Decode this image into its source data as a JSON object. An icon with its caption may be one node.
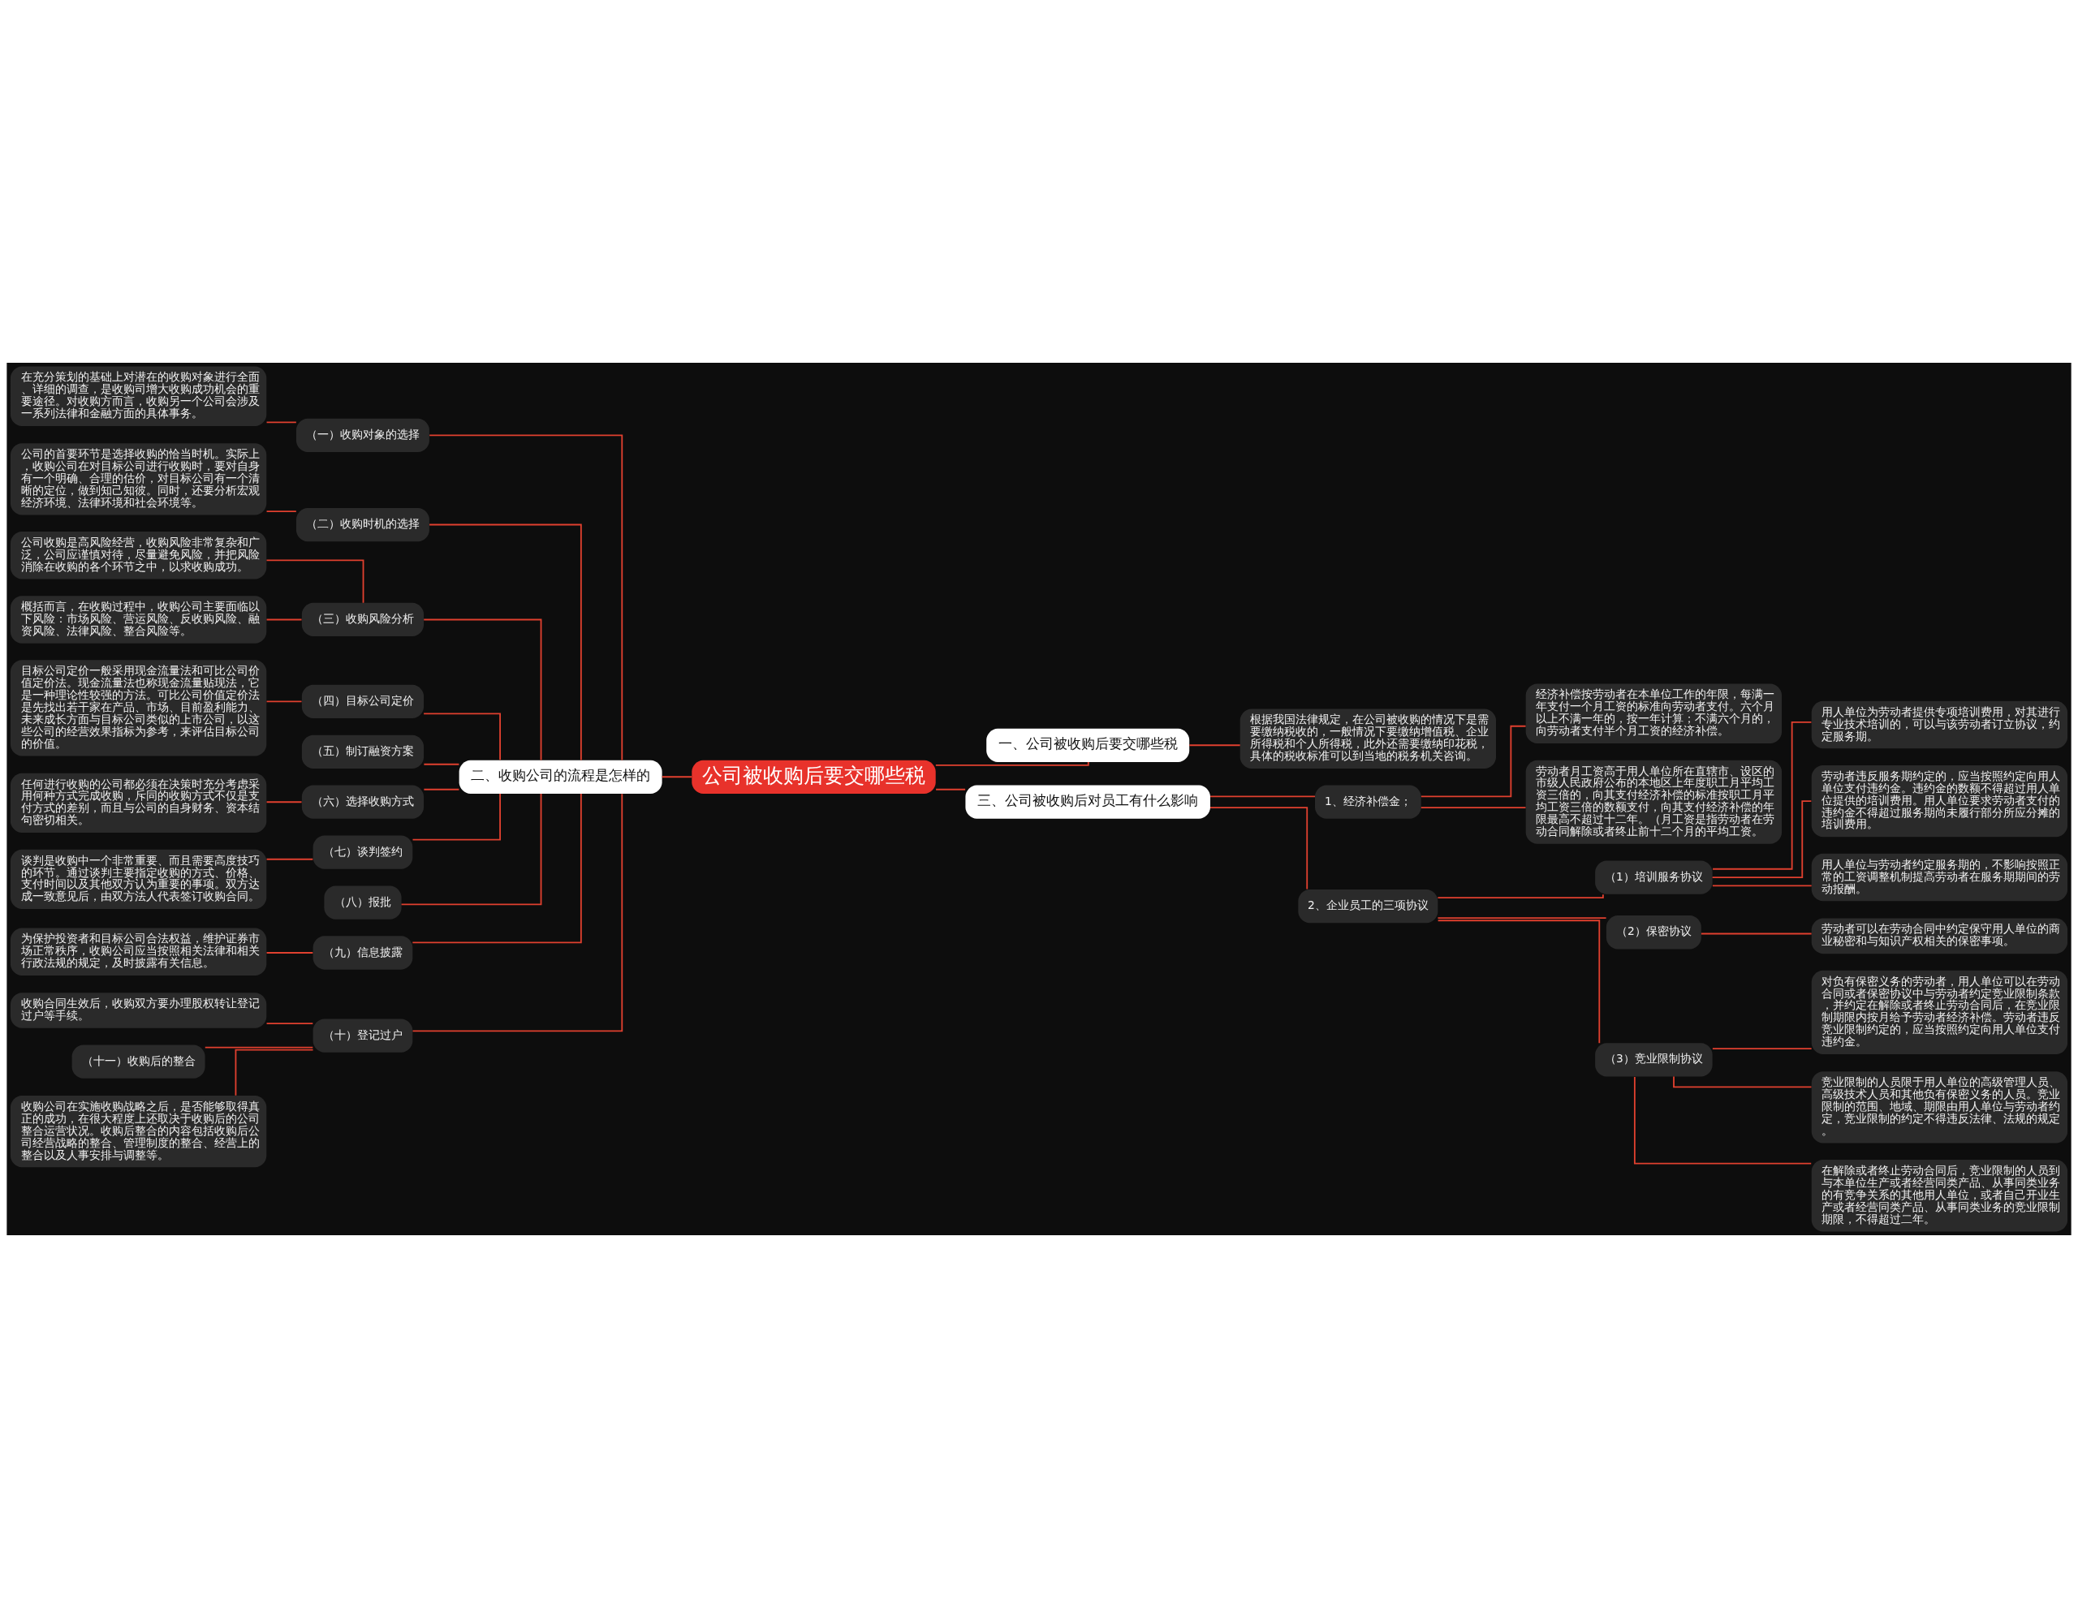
{
  "diagram": {
    "nodes": [
      {
        "text": [
          "公司被收购后要交哪些税"
        ]
      },
      {
        "text": [
          "二、收购公司的流程是怎样的"
        ]
      },
      {
        "text": [
          "（一）收购对象的选择"
        ]
      },
      {
        "text": [
          "在充分策划的基础上对潜在的收购对象进行全面、详细的调查，是收购司增大收购成功机会的重要途径。对收购方而言，收购另一个公司会涉及一系列法律和金融方面的具体事务。"
        ]
      },
      {
        "text": [
          "（二）收购时机的选择"
        ]
      },
      {
        "text": [
          "公司的首要环节是选择收购的恰当时机。实际上，收购公司在对目标公司进行收购时，要对自身有一个明确、合理的估价，对目标公司有一个清晰的定位，做到知己知彼。同时，还要分析宏观经济环境、法律环境和社会环境等。"
        ]
      },
      {
        "text": [
          "（三）收购风险分析"
        ]
      },
      {
        "text": [
          "公司收购是高风险经营，收购风险非常复杂和广泛，公司应谨慎对待，尽量避免风险，并把风险消除在收购的各个环节之中，以求收购成功。"
        ]
      },
      {
        "text": [
          "概括而言，在收购过程中，收购公司主要面临以下风险：市场风险、营运风险、反收购风险、融资风险、法律风险、整合风险等。"
        ]
      },
      {
        "text": [
          "（四）目标公司定价"
        ]
      },
      {
        "text": [
          "目标公司定价一般采用现金流量法和可比公司价值定价法。现金流量法也称现金流量贴现法，它是一种理论性较强的方法。可比公司价值定价法是先找出若干家在产品、市场、目前盈利能力、未来成长方面与目标公司类似的上市公司，以这些公司的经营效果指标为参考，来评估目标公司的价值。"
        ]
      },
      {
        "text": [
          "（五）制订融资方案"
        ]
      },
      {
        "text": [
          "（六）选择收购方式"
        ]
      },
      {
        "text": [
          "任何进行收购的公司都必须在决策时充分考虑采用何种方式完成收购，斥同的收购方式不仅是支付方式的差别，而且与公司的自身财务、资本结句密切相关。"
        ]
      },
      {
        "text": [
          "（七）谈判签约"
        ]
      },
      {
        "text": [
          "谈判是收购中一个非常重要、而且需要高度技巧的环节。通过谈判主要指定收购的方式、价格、支付时间以及其他双方认为重要的事项。双方达成一致意见后，由双方法人代表签订收购合同。"
        ]
      },
      {
        "text": [
          "（八）报批"
        ]
      },
      {
        "text": [
          "（九）信息披露"
        ]
      },
      {
        "text": [
          "为保护投资者和目标公司合法权益，维护证券市场正常秩序，收购公司应当按照相关法律和相关行政法规的规定，及时披露有关信息。"
        ]
      },
      {
        "text": [
          "（十）登记过户"
        ]
      },
      {
        "text": [
          "收购合同生效后，收购双方要办理股权转让登记过户等手续。"
        ]
      },
      {
        "text": [
          "（十一）收购后的整合"
        ]
      },
      {
        "text": [
          "收购公司在实施收购战略之后，是否能够取得真正的成功，在很大程度上还取决于收购后的公司整合运营状况。收购后整合的内容包括收购后公司经营战略的整合、管理制度的整合、经营上的整合以及人事安排与调整等。"
        ]
      },
      {
        "text": [
          "一、公司被收购后要交哪些税"
        ]
      },
      {
        "text": [
          "根据我国法律规定，在公司被收购的情况下是需要缴纳税收的，一般情况下要缴纳增值税、企业所得税和个人所得税，此外还需要缴纳印花税，具体的税收标准可以到当地的税务机关咨询。"
        ]
      },
      {
        "text": [
          "三、公司被收购后对员工有什么影响"
        ]
      },
      {
        "text": [
          "1、经济补偿金；"
        ]
      },
      {
        "text": [
          "经济补偿按劳动者在本单位工作的年限，每满一年支付一个月工资的标准向劳动者支付。六个月以上不满一年的，按一年计算；不满六个月的，向劳动者支付半个月工资的经济补偿。"
        ]
      },
      {
        "text": [
          "劳动者月工资高于用人单位所在直辖市、设区的市级人民政府公布的本地区上年度职工月平均工资三倍的，向其支付经济补偿的标准按职工月平均工资三倍的数额支付，向其支付经济补偿的年限最高不超过十二年。（月工资是指劳动者在劳动合同解除或者终止前十二个月的平均工资。"
        ]
      },
      {
        "text": [
          "2、企业员工的三项协议"
        ]
      },
      {
        "text": [
          "（1）培训服务协议"
        ]
      },
      {
        "text": [
          "用人单位为劳动者提供专项培训费用，对其进行专业技术培训的，可以与该劳动者订立协议，约定服务期。"
        ]
      },
      {
        "text": [
          "劳动者违反服务期约定的，应当按照约定向用人单位支付违约金。违约金的数额不得超过用人单位提供的培训费用。用人单位要求劳动者支付的违约金不得超过服务期尚未履行部分所应分摊的培训费用。"
        ]
      },
      {
        "text": [
          "用人单位与劳动者约定服务期的，不影响按照正常的工资调整机制提高劳动者在服务期期间的劳动报酬。"
        ]
      },
      {
        "text": [
          "（2）保密协议"
        ]
      },
      {
        "text": [
          "劳动者可以在劳动合同中约定保守用人单位的商业秘密和与知识产权相关的保密事项。"
        ]
      },
      {
        "text": [
          "（3）竞业限制协议"
        ]
      },
      {
        "text": [
          "对负有保密义务的劳动者，用人单位可以在劳动合同或者保密协议中与劳动者约定竞业限制条款，并约定在解除或者终止劳动合同后，在竞业限制期限内按月给予劳动者经济补偿。劳动者违反竞业限制约定的，应当按照约定向用人单位支付违约金。"
        ]
      },
      {
        "text": [
          "竞业限制的人员限于用人单位的高级管理人员、高级技术人员和其他负有保密义务的人员。竞业限制的范围、地域、期限由用人单位与劳动者约定，竞业限制的约定不得违反法律、法规的规定。"
        ]
      },
      {
        "text": [
          "在解除或者终止劳动合同后，竞业限制的人员到与本单位生产或者经营同类产品、从事同类业务的有竞争关系的其他用人单位，或者自己开业生产或者经营同类产品、从事同类业务的竞业限制期限，不得超过二年。"
        ]
      }
    ],
    "edges": [
      {
        "from": 0,
        "to": 1,
        "arrow": "none"
      },
      {
        "from": 1,
        "to": 2,
        "arrow": "none"
      },
      {
        "from": 2,
        "to": 3,
        "arrow": "none"
      },
      {
        "from": 1,
        "to": 4,
        "arrow": "none"
      },
      {
        "from": 4,
        "to": 5,
        "arrow": "none"
      },
      {
        "from": 1,
        "to": 6,
        "arrow": "none"
      },
      {
        "from": 6,
        "to": 7,
        "arrow": "none"
      },
      {
        "from": 6,
        "to": 8,
        "arrow": "none"
      },
      {
        "from": 1,
        "to": 9,
        "arrow": "none"
      },
      {
        "from": 9,
        "to": 10,
        "arrow": "none"
      },
      {
        "from": 1,
        "to": 11,
        "arrow": "none"
      },
      {
        "from": 1,
        "to": 12,
        "arrow": "none"
      },
      {
        "from": 12,
        "to": 13,
        "arrow": "none"
      },
      {
        "from": 1,
        "to": 14,
        "arrow": "none"
      },
      {
        "from": 14,
        "to": 15,
        "arrow": "none"
      },
      {
        "from": 1,
        "to": 16,
        "arrow": "none"
      },
      {
        "from": 1,
        "to": 17,
        "arrow": "none"
      },
      {
        "from": 17,
        "to": 18,
        "arrow": "none"
      },
      {
        "from": 1,
        "to": 19,
        "arrow": "none"
      },
      {
        "from": 19,
        "to": 20,
        "arrow": "none"
      },
      {
        "from": 19,
        "to": 21,
        "arrow": "none"
      },
      {
        "from": 19,
        "to": 22,
        "arrow": "none"
      },
      {
        "from": 0,
        "to": 23,
        "arrow": "none"
      },
      {
        "from": 23,
        "to": 24,
        "arrow": "none"
      },
      {
        "from": 0,
        "to": 25,
        "arrow": "none"
      },
      {
        "from": 25,
        "to": 26,
        "arrow": "none"
      },
      {
        "from": 26,
        "to": 27,
        "arrow": "none"
      },
      {
        "from": 26,
        "to": 28,
        "arrow": "none"
      },
      {
        "from": 25,
        "to": 29,
        "arrow": "none"
      },
      {
        "from": 29,
        "to": 30,
        "arrow": "none"
      },
      {
        "from": 30,
        "to": 31,
        "arrow": "none"
      },
      {
        "from": 30,
        "to": 32,
        "arrow": "none"
      },
      {
        "from": 30,
        "to": 33,
        "arrow": "none"
      },
      {
        "from": 29,
        "to": 34,
        "arrow": "none"
      },
      {
        "from": 34,
        "to": 35,
        "arrow": "none"
      },
      {
        "from": 29,
        "to": 36,
        "arrow": "none"
      },
      {
        "from": 36,
        "to": 37,
        "arrow": "none"
      },
      {
        "from": 36,
        "to": 38,
        "arrow": "none"
      },
      {
        "from": 36,
        "to": 39,
        "arrow": "none"
      }
    ]
  }
}
